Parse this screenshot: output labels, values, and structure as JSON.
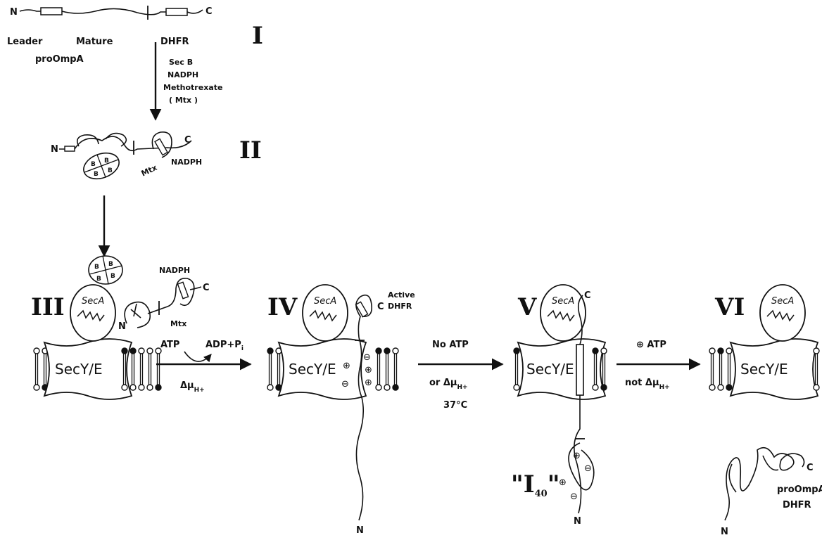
{
  "steps": {
    "I": "I",
    "II": "II",
    "III": "III",
    "IV": "IV",
    "V": "V",
    "VI": "VI"
  },
  "construct": {
    "n": "N",
    "c": "C",
    "leader": "Leader",
    "mature": "Mature",
    "dhfr": "DHFR",
    "name": "proOmpA"
  },
  "arrow1": [
    "Sec B",
    "NADPH",
    "Methotrexate",
    "( Mtx )"
  ],
  "complex": {
    "n": "N",
    "c": "C",
    "b": "B",
    "mtx": "Mtx",
    "nadph": "NADPH"
  },
  "membrane": {
    "secy": "SecY/E",
    "seca": "SecA"
  },
  "arrow3": {
    "atp": "ATP",
    "adp": "ADP+P",
    "adp_sub": "i",
    "delta": "Δμ",
    "delta_sub": "H+"
  },
  "arrow4": {
    "top": "No ATP",
    "mid": "or Δμ",
    "mid_sub": "H+",
    "temp": "37°C"
  },
  "arrow5": {
    "top": "⊕ ATP",
    "mid": "not Δμ",
    "mid_sub": "H+"
  },
  "stage4": {
    "active": "Active",
    "dhfr": "DHFR",
    "c": "C",
    "n": "N"
  },
  "stage5": {
    "c": "C",
    "n": "N",
    "i40": "\"I",
    "i40_sub": "40",
    "i40_close": "\""
  },
  "stage6": {
    "c": "C",
    "n": "N",
    "line1": "proOmpA",
    "line2": "DHFR"
  },
  "charges": {
    "plus": "⊕",
    "minus": "⊖"
  }
}
